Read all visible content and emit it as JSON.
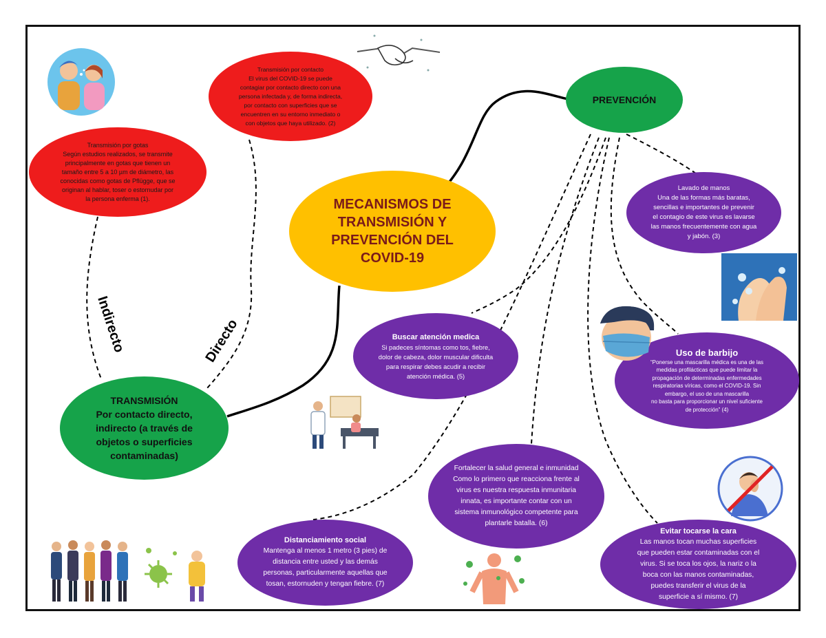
{
  "central": {
    "title": "MECANISMOS DE\nTRANSMISIÓN Y\nPREVENCIÓN DEL\nCOVID-19"
  },
  "transmision": {
    "title": "TRANSMISIÓN",
    "body": "Por contacto directo,\nindirecto (a través de\nobjetos o superficies\ncontaminadas)"
  },
  "gotas": {
    "title": "Transmisión por gotas",
    "body": "Según estudios realizados, se transmite\nprincipalmente en gotas que tienen un\ntamaño entre 5 a 10 µm de diámetro, las\nconocidas como gotas de Pflügge, que se\noriginan al hablar, toser o estornudar por\nla persona enferma (1)."
  },
  "contacto": {
    "title": "Transmisión por contacto",
    "body": "El virus del COVID-19 se puede\ncontagiar por contacto directo con una\npersona infectada y, de forma indirecta,\npor contacto con superficies que se\nencuentren en su entorno inmediato o\ncon objetos que haya utilizado. (2)"
  },
  "labels": {
    "indirecto": "Indirecto",
    "directo": "Directo"
  },
  "prevencion": {
    "title": "PREVENCIÓN"
  },
  "lavado": {
    "title": "Lavado de manos",
    "body": "Una de las formas más baratas,\nsencillas e importantes de prevenir\nel contagio de este virus es lavarse\nlas manos frecuentemente con agua\ny jabón. (3)"
  },
  "barbijo": {
    "title": "Uso de barbijo",
    "body": "“Ponerse una mascarilla médica es una de las\nmedidas profilácticas que puede limitar la\npropagación de determinadas enfermedades\nrespiratorias víricas, como el COVID-19. Sin\nembargo, el uso de una mascarilla\nno basta para proporcionar un nivel suficiente\nde protección” (4)"
  },
  "atencion": {
    "title": "Buscar atención medica",
    "body": "Si padeces síntomas como tos, fiebre,\ndolor de cabeza, dolor muscular dificulta\npara respirar debes acudir a recibir\natención médica. (5)"
  },
  "salud": {
    "title": "Fortalecer la salud general e inmunidad",
    "body": "Como lo primero que reacciona frente al\nvirus es nuestra respuesta inmunitaria\ninnata, es importante contar con un\nsistema inmunológico competente para\nplantarle batalla. (6)"
  },
  "distanciamiento": {
    "title": "Distanciamiento social",
    "body": "Mantenga al menos 1 metro (3 pies) de\ndistancia entre usted y las demás\npersonas, particularmente aquellas que\ntosan, estornuden y tengan fiebre. (7)"
  },
  "cara": {
    "title": "Evitar tocarse la cara",
    "body": "Las manos tocan muchas superficies\nque pueden estar contaminadas con el\nvirus. Si se toca los ojos, la nariz o la\nboca con las manos contaminadas,\npuedes transferir el virus de la\nsuperficie a sí mismo. (7)"
  },
  "colors": {
    "red": "#ee1c1c",
    "green": "#16a34a",
    "purple": "#6f2da8",
    "yellow": "#ffc000"
  },
  "icons": [
    "coughing-children-illustration",
    "handshake-illustration",
    "handwashing-illustration",
    "masked-man-illustration",
    "doctor-patient-illustration",
    "no-face-touch-illustration",
    "crowd-illustration",
    "virus-illustration",
    "infected-body-illustration"
  ]
}
